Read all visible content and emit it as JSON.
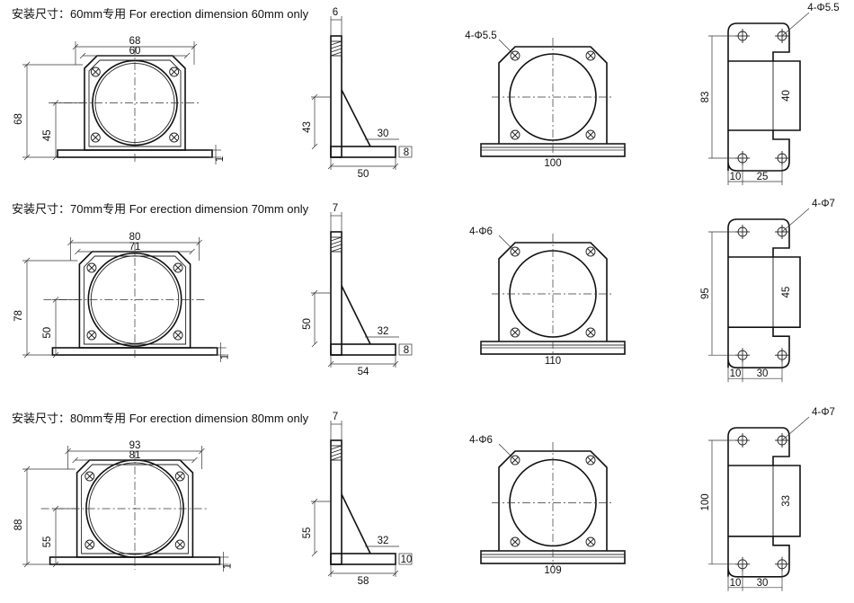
{
  "rows": [
    {
      "heading": "安装尺寸：60mm专用 For erection dimension 60mm only",
      "front": {
        "outer_width": "68",
        "inner_width": "60",
        "height": "68",
        "center_height": "45",
        "base_thickness": "1"
      },
      "side": {
        "plate_thickness": "6",
        "height": "43",
        "foot_length": "30",
        "foot_thickness": "8",
        "base_length": "50"
      },
      "top": {
        "holes": "4-Φ5.5",
        "width": "100"
      },
      "plate": {
        "holes": "4-Φ5.5",
        "height": "83",
        "slot": "40",
        "edge": "10",
        "spacing": "25"
      }
    },
    {
      "heading": "安装尺寸：70mm专用 For erection dimension 70mm only",
      "front": {
        "outer_width": "80",
        "inner_width": "71",
        "height": "78",
        "center_height": "50",
        "base_thickness": "1"
      },
      "side": {
        "plate_thickness": "7",
        "height": "50",
        "foot_length": "32",
        "foot_thickness": "8",
        "base_length": "54"
      },
      "top": {
        "holes": "4-Φ6",
        "width": "110"
      },
      "plate": {
        "holes": "4-Φ7",
        "height": "95",
        "slot": "45",
        "edge": "10",
        "spacing": "30"
      }
    },
    {
      "heading": "安装尺寸：80mm专用 For erection dimension 80mm only",
      "front": {
        "outer_width": "93",
        "inner_width": "81",
        "height": "88",
        "center_height": "55",
        "base_thickness": "1"
      },
      "side": {
        "plate_thickness": "7",
        "height": "55",
        "foot_length": "32",
        "foot_thickness": "10",
        "base_length": "58"
      },
      "top": {
        "holes": "4-Φ6",
        "width": "109"
      },
      "plate": {
        "holes": "4-Φ7",
        "height": "100",
        "slot": "33",
        "edge": "10",
        "spacing": "30"
      }
    }
  ]
}
